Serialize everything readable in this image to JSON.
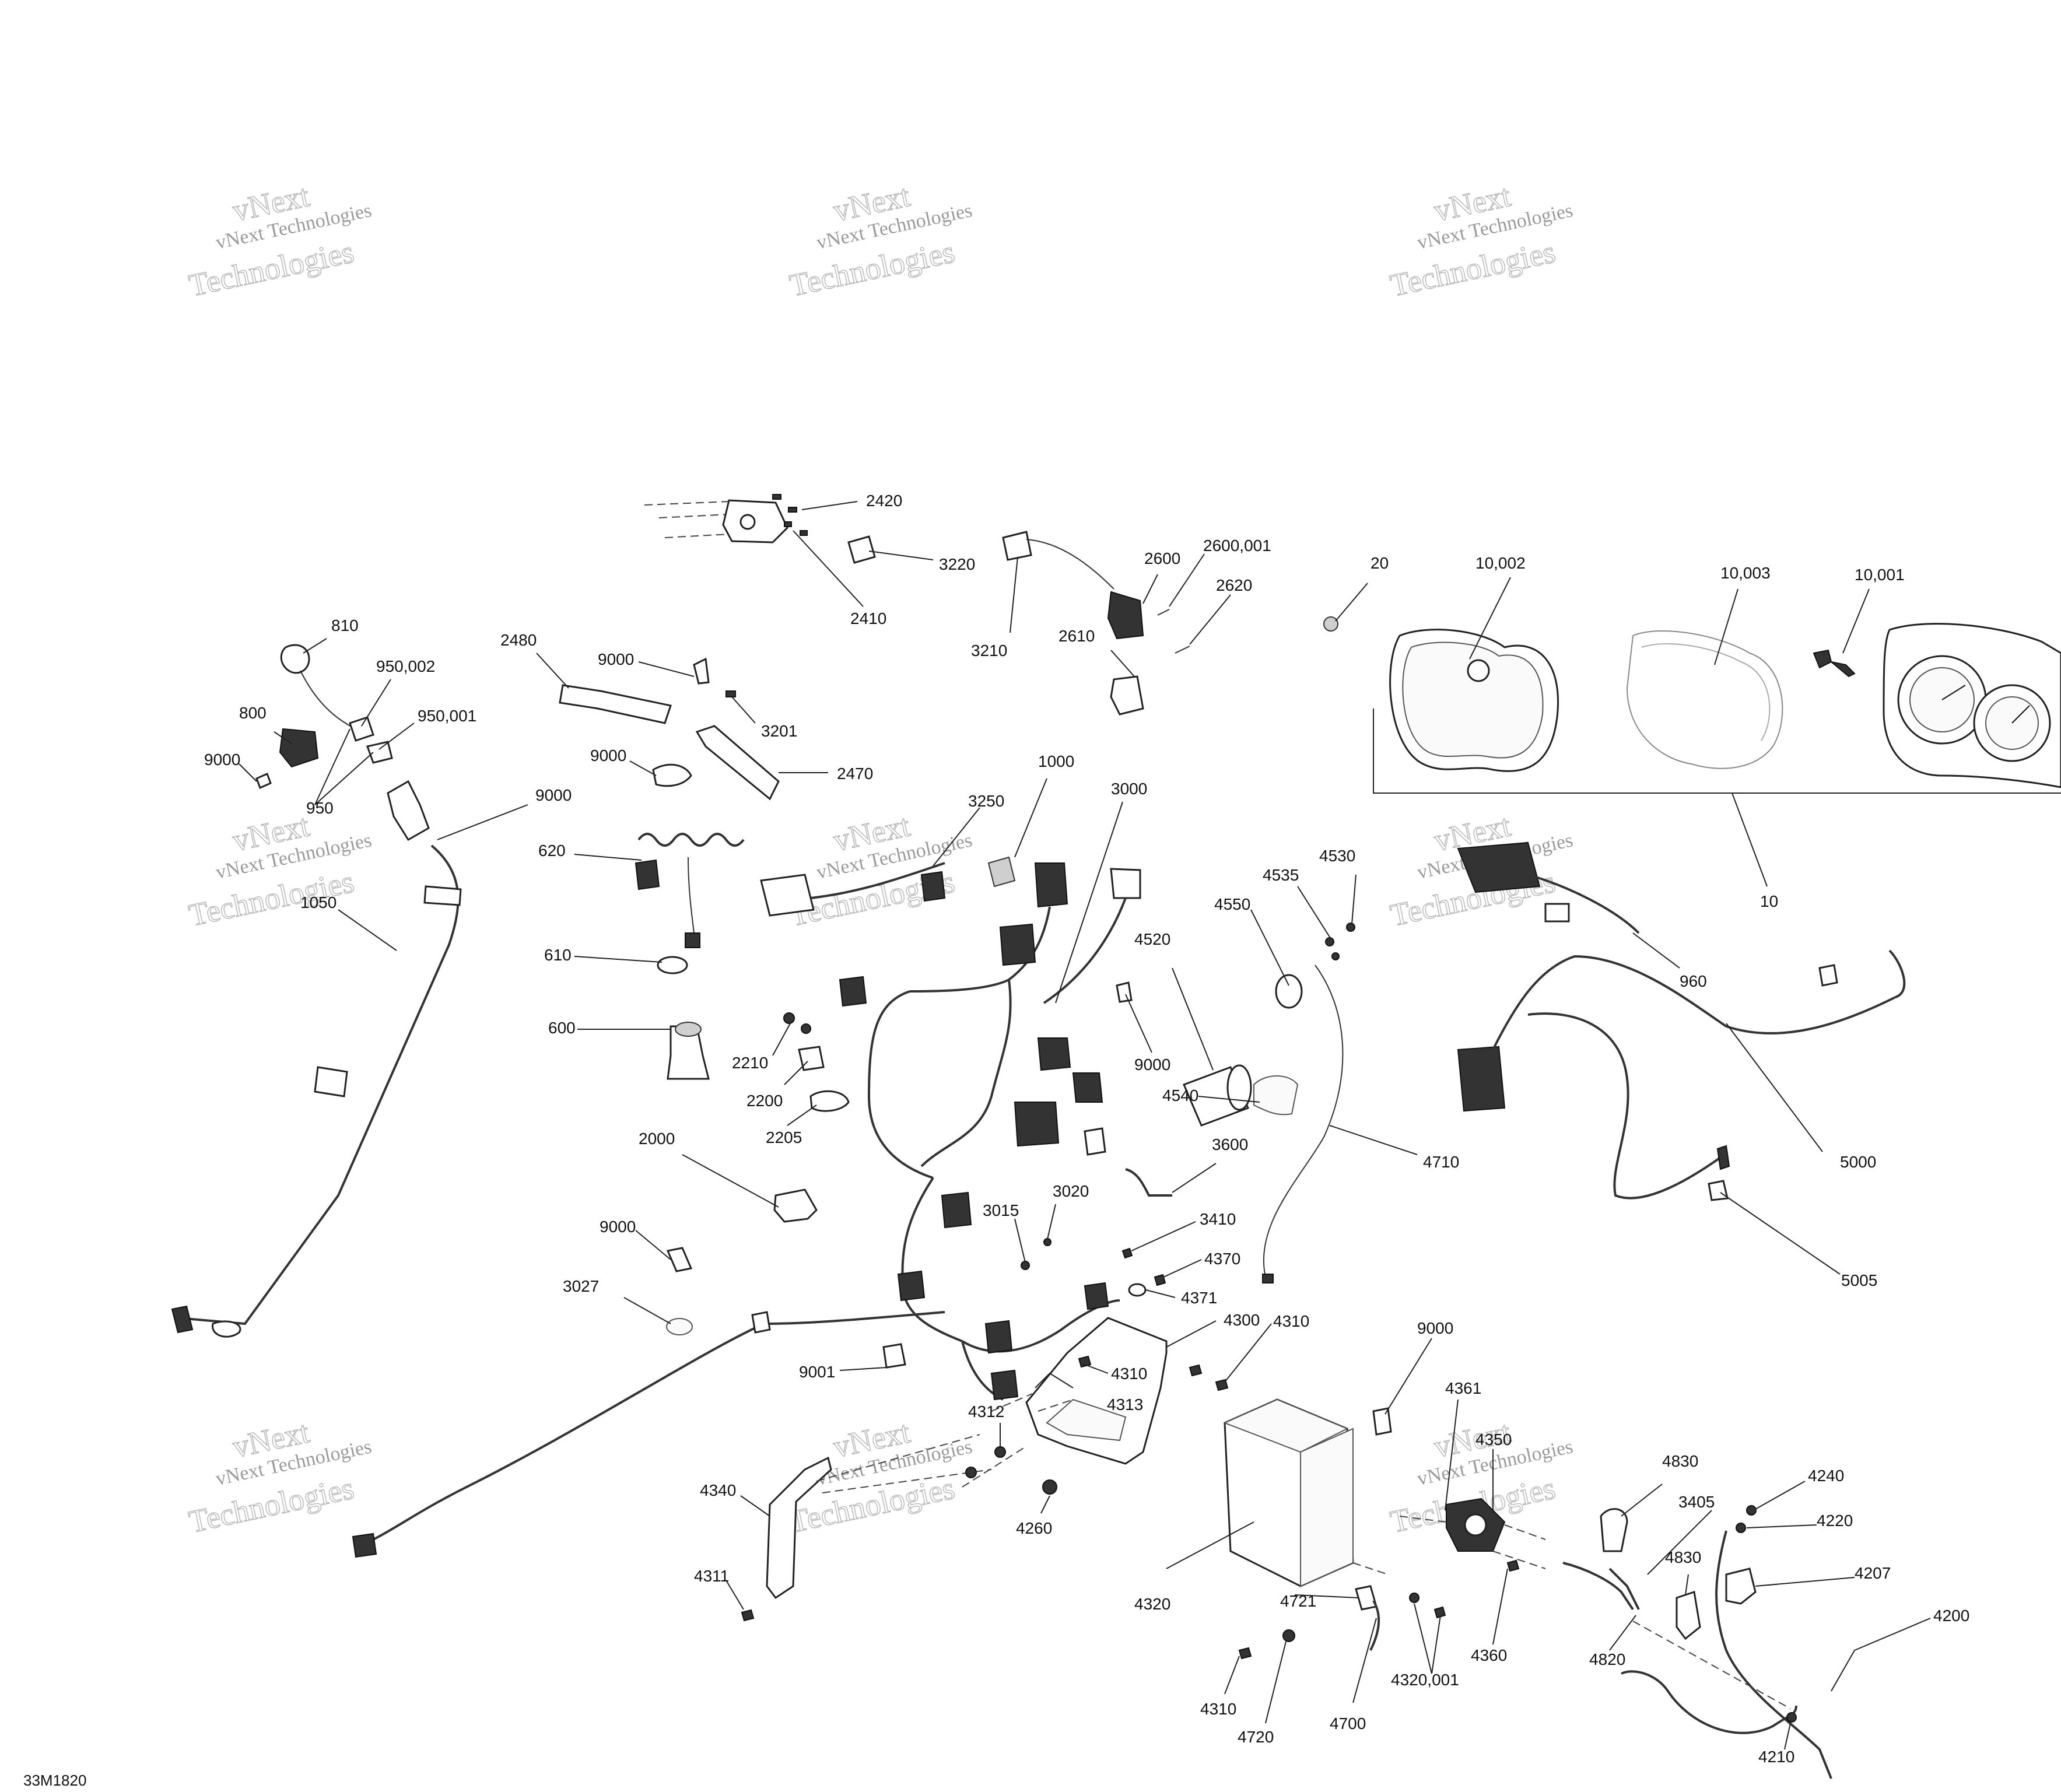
{
  "watermark": {
    "line1": "vNext Technologies",
    "line2": "vNext",
    "line3": "Technologies"
  },
  "drawing_number": "33M1820",
  "labels": {
    "p2420": "2420",
    "p3220": "3220",
    "p2410": "2410",
    "p2600": "2600",
    "p2600_001": "2600,001",
    "p2620": "2620",
    "p2610": "2610",
    "p3210": "3210",
    "p20": "20",
    "p10_002": "10,002",
    "p10_003": "10,003",
    "p10_001": "10,001",
    "p10": "10",
    "p810": "810",
    "p950_002": "950,002",
    "p950_001": "950,001",
    "p800": "800",
    "p9000_a": "9000",
    "p950": "950",
    "p9000_b": "9000",
    "p1050": "1050",
    "p2480": "2480",
    "p9000_c": "9000",
    "p3201": "3201",
    "p9000_d": "9000",
    "p2470": "2470",
    "p620": "620",
    "p610": "610",
    "p600": "600",
    "p1000": "1000",
    "p3250": "3250",
    "p3000": "3000",
    "p4530": "4530",
    "p4535": "4535",
    "p4550": "4550",
    "p4520": "4520",
    "p9000_e": "9000",
    "p4540": "4540",
    "p4710": "4710",
    "p960": "960",
    "p5000": "5000",
    "p5005": "5005",
    "p2210": "2210",
    "p2200": "2200",
    "p2205": "2205",
    "p2000": "2000",
    "p3600": "3600",
    "p3015": "3015",
    "p3020": "3020",
    "p3410": "3410",
    "p4370": "4370",
    "p4371": "4371",
    "p4300": "4300",
    "p4310_a": "4310",
    "p9000_f": "9000",
    "p3027": "3027",
    "p9001": "9001",
    "p4310_b": "4310",
    "p4313": "4313",
    "p4312": "4312",
    "p9000_g": "9000",
    "p4361": "4361",
    "p4350": "4350",
    "p4340": "4340",
    "p4260": "4260",
    "p4311": "4311",
    "p4320": "4320",
    "p4830_a": "4830",
    "p3405": "3405",
    "p4240": "4240",
    "p4220": "4220",
    "p4830_b": "4830",
    "p4207": "4207",
    "p4721": "4721",
    "p4360": "4360",
    "p4820": "4820",
    "p4200": "4200",
    "p4310_c": "4310",
    "p4720": "4720",
    "p4700": "4700",
    "p4320_001": "4320,001",
    "p4210": "4210"
  }
}
